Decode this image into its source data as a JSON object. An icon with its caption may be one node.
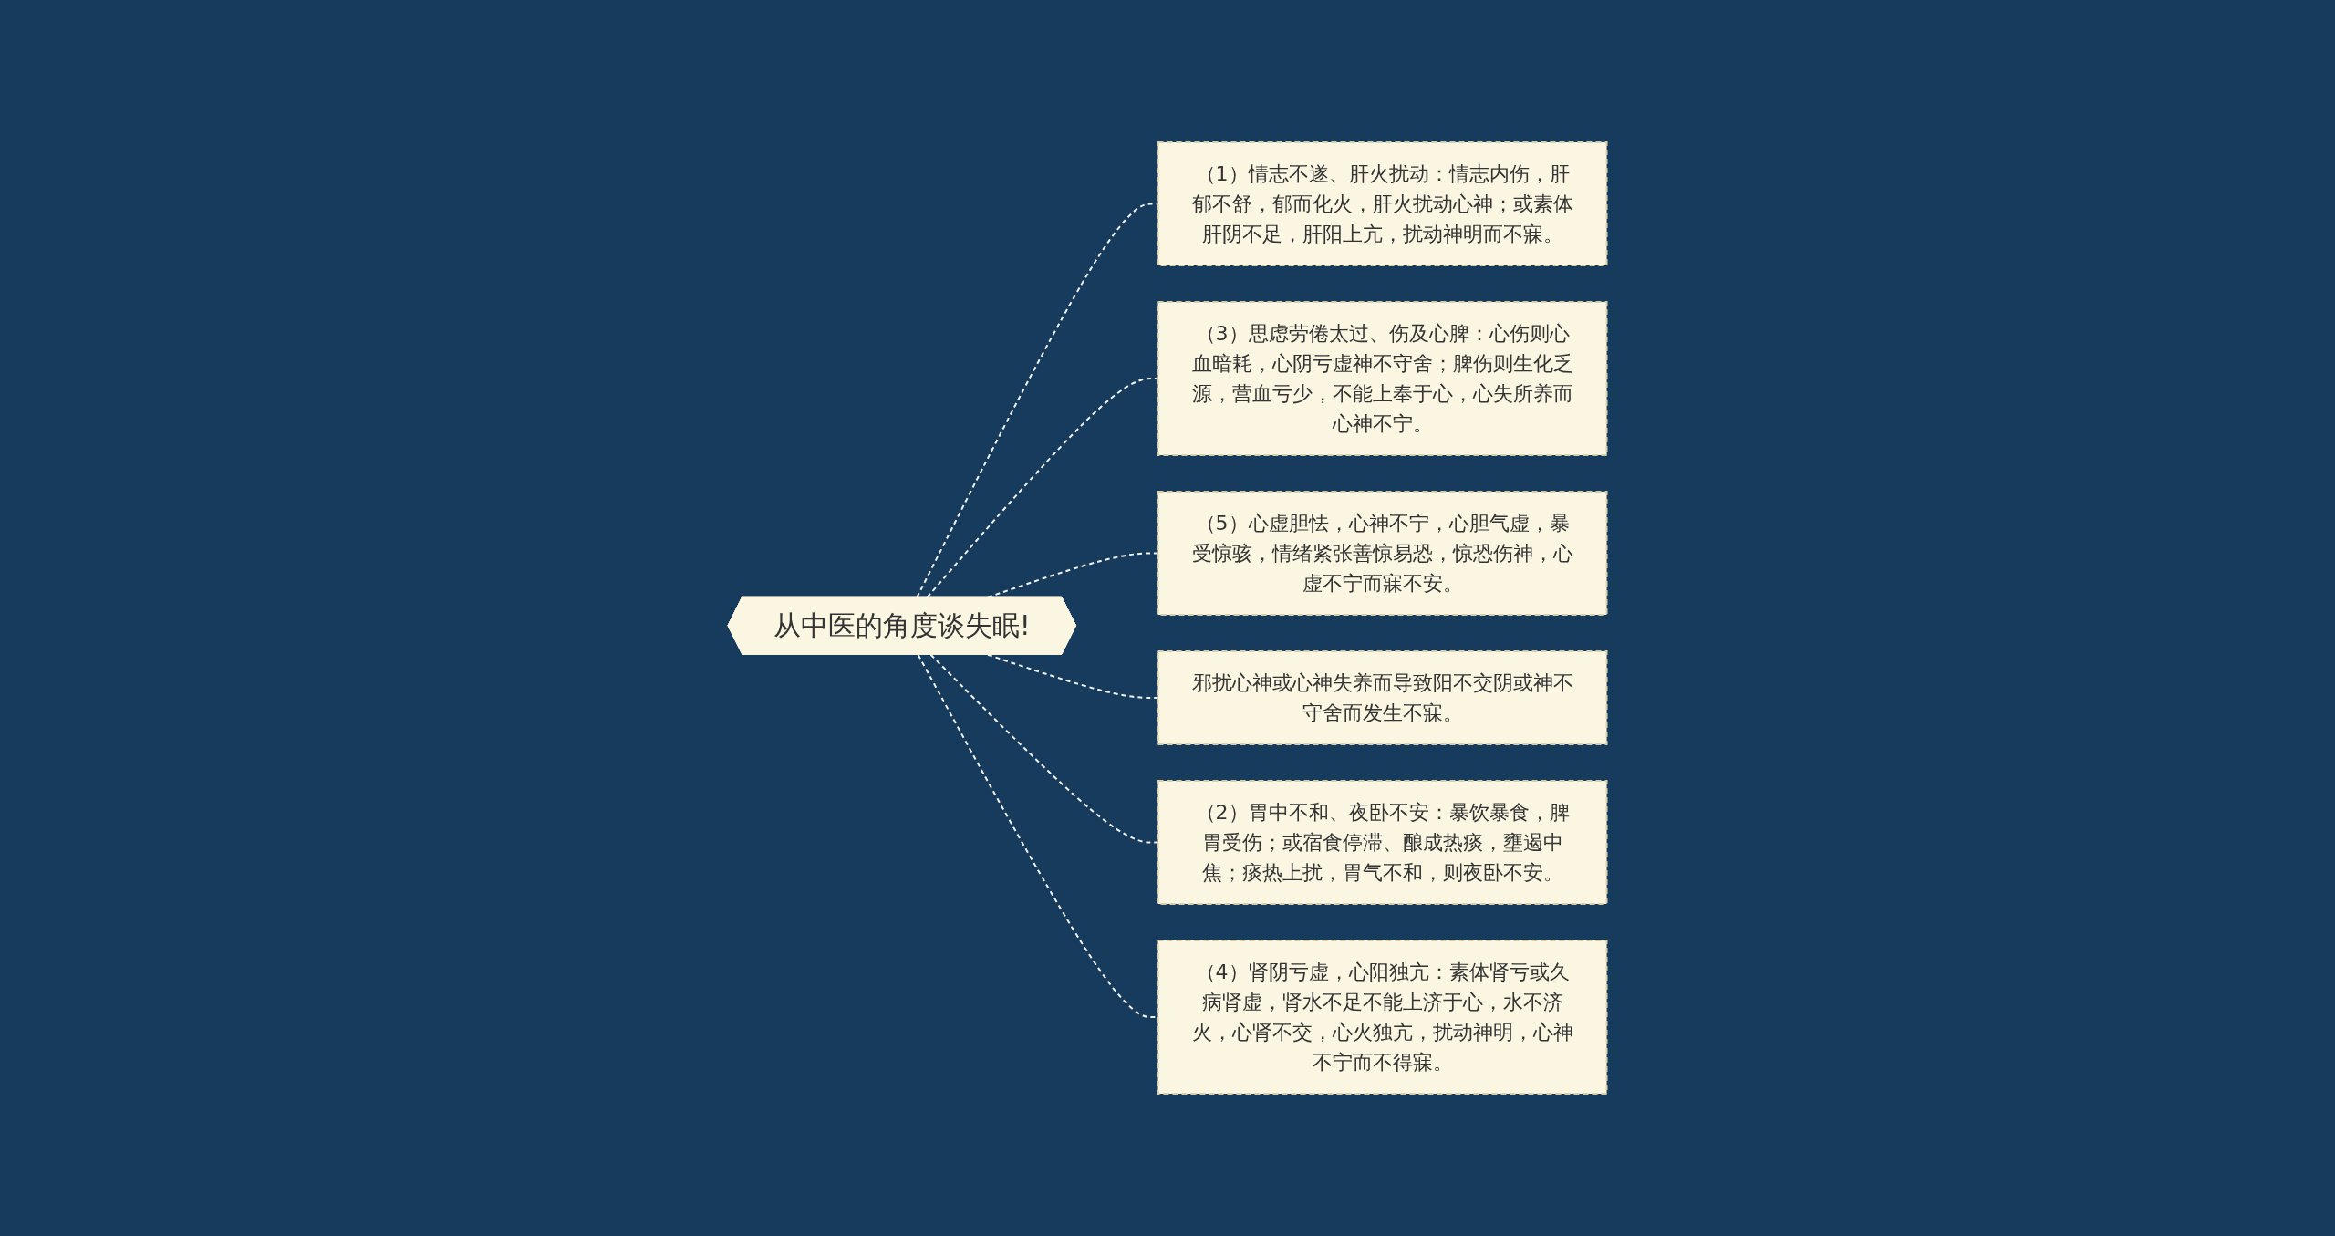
{
  "diagram": {
    "nodes": [
      {
        "text": [
          "从中医的角度谈失眠!"
        ]
      },
      {
        "text": [
          "（1）情志不遂、肝火扰动：情志内伤，肝郁不舒，郁而化火，肝火扰动心神；或素体肝阴不足，肝阳上亢，扰动神明而不寐。"
        ]
      },
      {
        "text": [
          "（3）思虑劳倦太过、伤及心脾：心伤则心血暗耗，心阴亏虚神不守舍；脾伤则生化乏源，营血亏少，不能上奉于心，心失所养而心神不宁。"
        ]
      },
      {
        "text": [
          "（5）心虚胆怯，心神不宁，心胆气虚，暴受惊骇，情绪紧张善惊易恐，惊恐伤神，心虚不宁而寐不安。"
        ]
      },
      {
        "text": [
          "邪扰心神或心神失养而导致阳不交阴或神不守舍而发生不寐。"
        ]
      },
      {
        "text": [
          "（2）胃中不和、夜卧不安：暴饮暴食，脾胃受伤；或宿食停滞、酿成热痰，壅遏中焦；痰热上扰，胃气不和，则夜卧不安。"
        ]
      },
      {
        "text": [
          "（4）肾阴亏虚，心阳独亢：素体肾亏或久病肾虚，肾水不足不能上济于心，水不济火，心肾不交，心火独亢，扰动神明，心神不宁而不得寐。"
        ]
      }
    ],
    "edges": [
      {
        "from": 0,
        "to": 1,
        "arrow": "none",
        "style": "dashed"
      },
      {
        "from": 0,
        "to": 2,
        "arrow": "none",
        "style": "dashed"
      },
      {
        "from": 0,
        "to": 3,
        "arrow": "none",
        "style": "dashed"
      },
      {
        "from": 0,
        "to": 4,
        "arrow": "none",
        "style": "dashed"
      },
      {
        "from": 0,
        "to": 5,
        "arrow": "none",
        "style": "dashed"
      },
      {
        "from": 0,
        "to": 6,
        "arrow": "none",
        "style": "dashed"
      }
    ]
  }
}
